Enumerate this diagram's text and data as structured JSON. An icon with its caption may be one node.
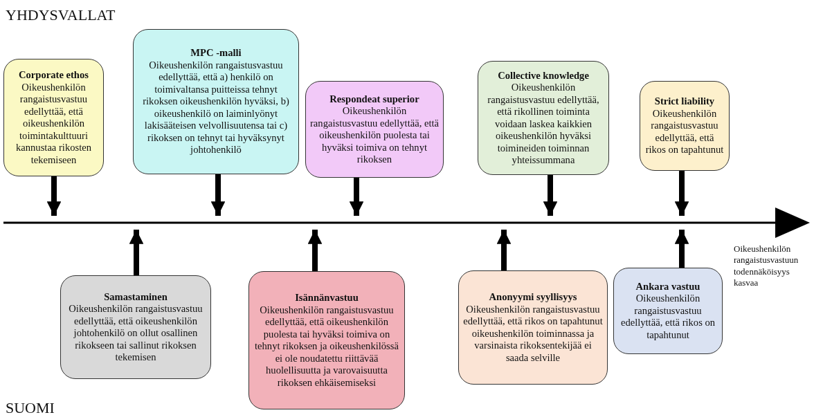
{
  "diagram": {
    "nodes": [
      {
        "text": [
          "Corporate ethos",
          "Oikeushenkilön rangaistusvastuu edellyttää, että oikeushenkilön toimintakulttuuri kannustaa rikosten tekemiseen"
        ]
      },
      {
        "text": [
          "MPC -malli",
          "Oikeushenkilön rangaistusvastuu edellyttää, että a) henkilö on toimivaltansa puitteissa tehnyt rikoksen oikeushenkilön hyväksi, b) oikeushenkilö on laiminlyönyt lakisääteisen velvollisuutensa tai c) rikoksen on tehnyt tai hyväksynyt johtohenkilö"
        ]
      },
      {
        "text": [
          "Respondeat superior",
          "Oikeushenkilön rangaistusvastuu edellyttää, että oikeushenkilön puolesta tai hyväksi toimiva on tehnyt rikoksen"
        ]
      },
      {
        "text": [
          "Collective knowledge",
          "Oikeushenkilön rangaistusvastuu edellyttää, että rikollinen toiminta voidaan laskea kaikkien oikeushenkilön hyväksi toimineiden toiminnan yhteissummana"
        ]
      },
      {
        "text": [
          "Strict liability",
          "Oikeushenkilön rangaistusvastuu edellyttää, että rikos on tapahtunut"
        ]
      },
      {
        "text": [
          "Samastaminen",
          "Oikeushenkilön rangaistusvastuu edellyttää, että oikeushenkilön johtohenkilö on ollut osallinen rikokseen tai sallinut rikoksen tekemisen"
        ]
      },
      {
        "text": [
          "Isännänvastuu",
          "Oikeushenkilön rangaistusvastuu edellyttää, että oikeushenkilön puolesta tai hyväksi toimiva on tehnyt rikoksen ja oikeushenkilössä ei ole noudatettu riittävää huolellisuutta ja varovaisuutta rikoksen ehkäisemiseksi"
        ]
      },
      {
        "text": [
          "Anonyymi syyllisyys",
          "Oikeushenkilön rangaistusvastuu edellyttää, että rikos on tapahtunut oikeushenkilön toiminnassa ja varsinaista rikoksentekijää ei saada selville"
        ]
      },
      {
        "text": [
          "Ankara vastuu",
          "Oikeushenkilön rangaistusvastuu edellyttää, että rikos on tapahtunut"
        ]
      }
    ],
    "edges": [
      {
        "from": 0,
        "to": null,
        "arrow": "to"
      },
      {
        "from": 1,
        "to": null,
        "arrow": "to"
      },
      {
        "from": 2,
        "to": null,
        "arrow": "to"
      },
      {
        "from": 3,
        "to": null,
        "arrow": "to"
      },
      {
        "from": 4,
        "to": null,
        "arrow": "to"
      },
      {
        "from": 5,
        "to": null,
        "arrow": "to"
      },
      {
        "from": 6,
        "to": null,
        "arrow": "to"
      },
      {
        "from": 7,
        "to": null,
        "arrow": "to"
      },
      {
        "from": 8,
        "to": null,
        "arrow": "to"
      }
    ],
    "labels": [
      "YHDYSVALLAT",
      "Oikeushenkilön rangaistusvastuun todennäköisyys kasvaa",
      "SUOMI"
    ]
  }
}
